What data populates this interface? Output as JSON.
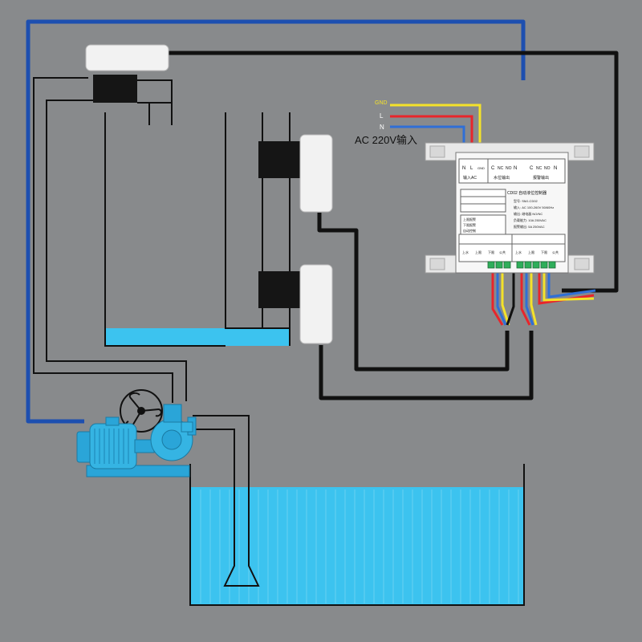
{
  "power_input": {
    "label": "AC 220V输入",
    "wires": [
      {
        "label": "GND",
        "color": "#f4e22a"
      },
      {
        "label": "L",
        "color": "#e8252b"
      },
      {
        "label": "N",
        "color": "#2f6fd6"
      }
    ]
  },
  "controller": {
    "terminal_labels_left": [
      "N",
      "L",
      "GND"
    ],
    "terminal_labels_right": [
      "C",
      "NC",
      "NO",
      "N",
      "C",
      "NC",
      "NO",
      "N"
    ],
    "group_left": "输入AC",
    "group_mid": "水位输出",
    "group_right": "报警输出",
    "model": "CD02 自动液位控制器",
    "spec_lines": [
      "型号: SMJ-CD02",
      "输入: AC 100-260V 50/60Hz",
      "输出: 继电器 NO/NC",
      "负载能力: 10A 250VAC",
      "报警输出: 5A 250VAC"
    ],
    "left_block": [
      "上限报警",
      "下限报警",
      "自动控制"
    ],
    "bottom_labels": [
      "上水",
      "上限",
      "下限",
      "公共",
      "上水",
      "上限",
      "下限",
      "公共"
    ]
  },
  "colors": {
    "background": "#888a8c",
    "water": "#3cc3ef",
    "blue_wire": "#1d4fb0",
    "black_wire": "#111111",
    "sensor_body": "#f2f2f2",
    "sensor_clamp": "#151515",
    "pump": "#2aa5d8"
  },
  "icons": {
    "pump": "centrifugal-pump-icon",
    "valve_wheel": "valve-handwheel-icon"
  }
}
